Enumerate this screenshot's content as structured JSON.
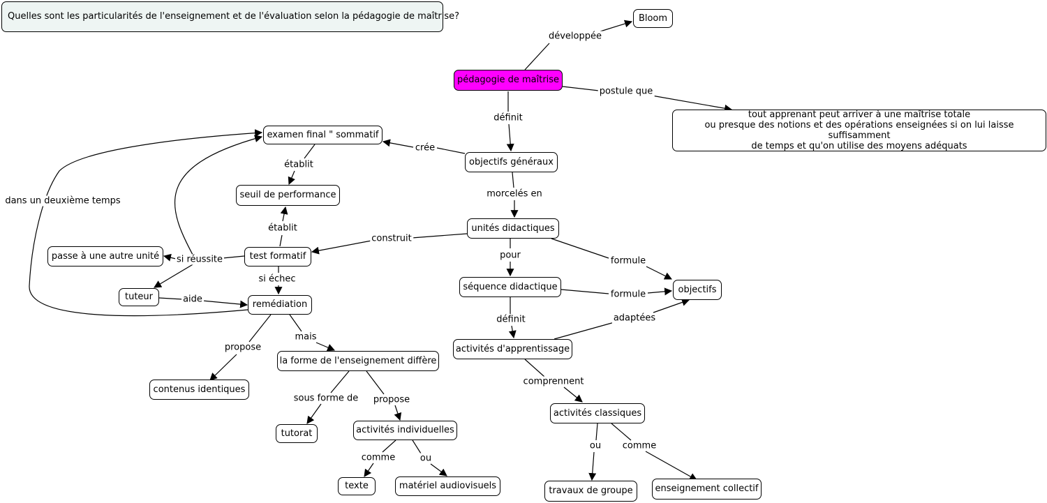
{
  "question": "Quelles sont les particularités de l'enseignement et de l'évaluation selon la pédagogie de maîtrise?",
  "colors": {
    "central": "#ff00ff",
    "question_bg": "#eef5f3",
    "line": "#000000"
  },
  "nodes": {
    "pedagogie": "pédagogie de maîtrise",
    "bloom": "Bloom",
    "postulat": "tout apprenant peut arriver à une maîtrise totale\nou presque des notions et des opérations enseignées si on lui laisse suffisamment\nde temps et qu'on utilise des moyens adéquats",
    "objectifs_generaux": "objectifs généraux",
    "examen_final": "examen final \" sommatif",
    "seuil": "seuil de performance",
    "unites": "unités didactiques",
    "test_formatif": "test formatif",
    "passe": "passe à une autre unité",
    "tuteur": "tuteur",
    "remediation": "remédiation",
    "sequence": "séquence didactique",
    "objectifs": "objectifs",
    "activites_app": "activités d'apprentissage",
    "forme": "la forme de l'enseignement diffère",
    "contenus": "contenus identiques",
    "tutorat": "tutorat",
    "activites_ind": "activités individuelles",
    "texte": "texte",
    "materiel": "matériel audiovisuels",
    "activites_classiques": "activités classiques",
    "travaux": "travaux de groupe",
    "enseignement_collectif": "enseignement collectif"
  },
  "links": {
    "developpee": "développée",
    "postule_que": "postule que",
    "definit_1": "définit",
    "cree": "crée",
    "etablit_1": "établit",
    "morceles_en": "morcelés en",
    "etablit_2": "établit",
    "construit": "construit",
    "dans_un_deuxieme_temps": "dans un deuxième temps",
    "si_reussite": "si réussite",
    "si_echec": "si échec",
    "aide": "aide",
    "pour": "pour",
    "formule_1": "formule",
    "formule_2": "formule",
    "definit_2": "définit",
    "adaptees": "adaptées",
    "propose_1": "propose",
    "mais": "mais",
    "sous_forme_de": "sous forme de",
    "propose_2": "propose",
    "comme_1": "comme",
    "ou_1": "ou",
    "comprennent": "comprennent",
    "ou_2": "ou",
    "comme_2": "comme"
  }
}
